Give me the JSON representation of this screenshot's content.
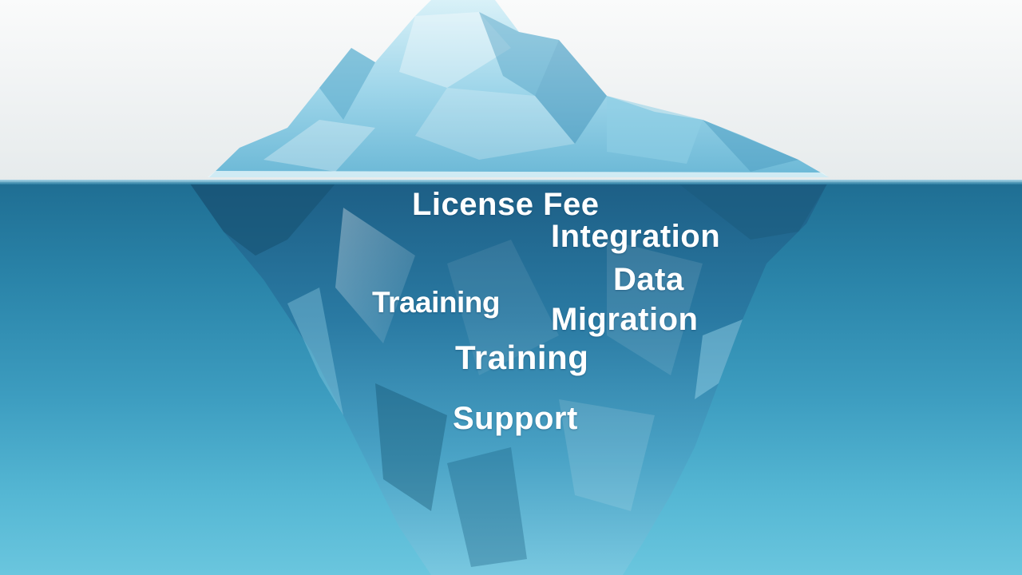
{
  "labels": {
    "license_fee": "License Fee",
    "integration": "Integration",
    "data": "Data",
    "training_left": "Traaining",
    "migration": "Migration",
    "training": "Training",
    "support": "Support"
  },
  "colors": {
    "sky": "#eef1f2",
    "water_top": "#1f6e93",
    "water_bottom": "#6ac6de",
    "ice_light": "#bfe6f2",
    "ice_mid": "#7fc6df",
    "ice_dark": "#2f7fa6",
    "text": "#ffffff"
  }
}
